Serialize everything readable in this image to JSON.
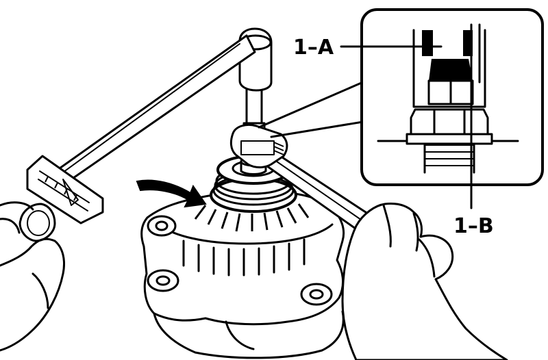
{
  "diagram": {
    "callouts": [
      {
        "id": "1-A",
        "text": "1–A"
      },
      {
        "id": "1-B",
        "text": "1–B"
      }
    ],
    "colors": {
      "ink": "#000000",
      "paper": "#ffffff"
    }
  }
}
